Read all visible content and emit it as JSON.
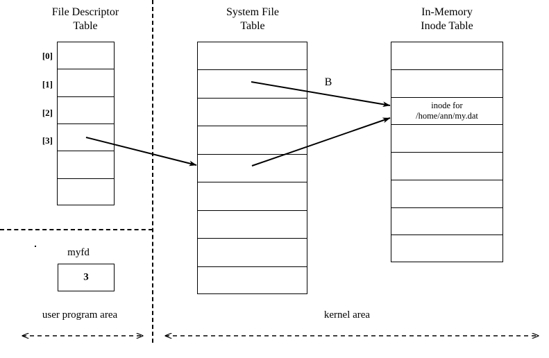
{
  "figure": {
    "title_fd": "File Descriptor\nTable",
    "title_sft": "System File\nTable",
    "title_inode": "In-Memory\nInode Table"
  },
  "fd_table": {
    "name": "File Descriptor Table",
    "index_labels": [
      "[0]",
      "[1]",
      "[2]",
      "[3]"
    ],
    "rows": [
      "",
      "",
      "",
      "",
      "",
      ""
    ],
    "row_count": 6
  },
  "system_file_table": {
    "name": "System File Table",
    "rows": [
      "",
      "",
      "",
      "",
      "",
      "",
      "",
      "",
      ""
    ],
    "row_count": 9
  },
  "inode_table": {
    "name": "In-Memory Inode Table",
    "rows": [
      "",
      "",
      "inode for\n/home/ann/my.dat",
      "",
      "",
      "",
      "",
      ""
    ],
    "row_count": 8,
    "highlighted_row_index": 2,
    "highlighted_text": "inode for\n/home/ann/my.dat"
  },
  "variable": {
    "label": "myfd",
    "value": "3"
  },
  "areas": {
    "user": "user program area",
    "kernel": "kernel area"
  },
  "annotations": {
    "arrow_b_label": "B"
  },
  "colors": {
    "stroke": "#000000",
    "background": "#ffffff"
  }
}
